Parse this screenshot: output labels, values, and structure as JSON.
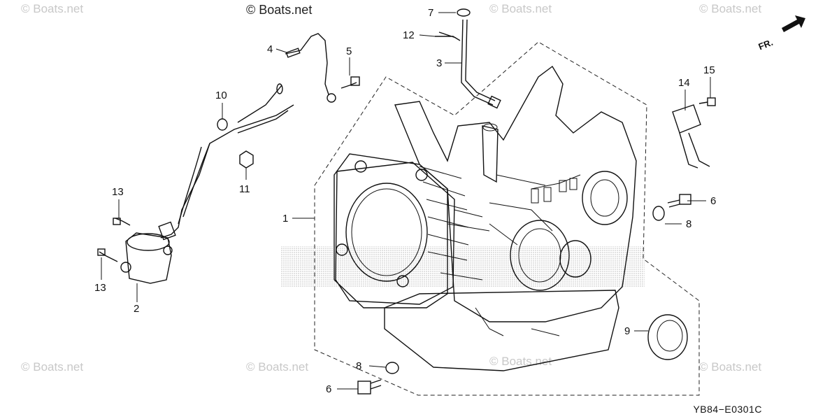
{
  "watermarks": {
    "top_center": "© Boats.net",
    "top_left": "© Boats.net",
    "top_right_a": "© Boats.net",
    "top_right_b": "© Boats.net",
    "bottom_left": "© Boats.net",
    "bottom_center": "© Boats.net",
    "bottom_mid": "© Boats.net",
    "bottom_right": "© Boats.net"
  },
  "direction_indicator": "FR.",
  "diagram_code": "YB84−E0301C",
  "callouts": {
    "c1": "1",
    "c2": "2",
    "c3": "3",
    "c4": "4",
    "c5": "5",
    "c6a": "6",
    "c6b": "6",
    "c7": "7",
    "c8a": "8",
    "c8b": "8",
    "c9": "9",
    "c10": "10",
    "c11": "11",
    "c12": "12",
    "c13a": "13",
    "c13b": "13",
    "c14": "14",
    "c15": "15"
  }
}
